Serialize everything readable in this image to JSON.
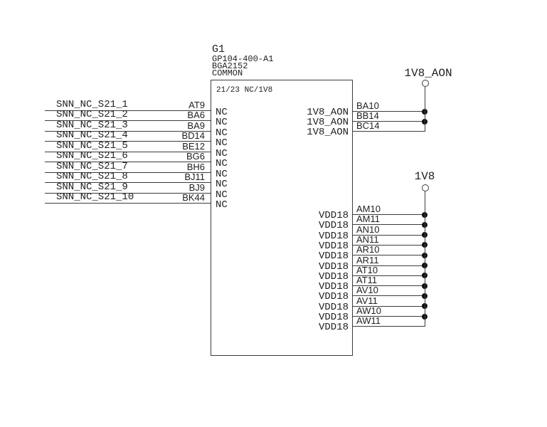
{
  "schematic": {
    "component": {
      "refdes": "G1",
      "part_number": "GP104-400-A1",
      "package": "BGA2152",
      "variant": "COMMON",
      "section_label": "21/23 NC/1V8"
    },
    "nc_pins": [
      {
        "net": "SNN_NC_S21_1",
        "pin": "AT9",
        "pin_name": "NC"
      },
      {
        "net": "SNN_NC_S21_2",
        "pin": "BA6",
        "pin_name": "NC"
      },
      {
        "net": "SNN_NC_S21_3",
        "pin": "BA9",
        "pin_name": "NC"
      },
      {
        "net": "SNN_NC_S21_4",
        "pin": "BD14",
        "pin_name": "NC"
      },
      {
        "net": "SNN_NC_S21_5",
        "pin": "BE12",
        "pin_name": "NC"
      },
      {
        "net": "SNN_NC_S21_6",
        "pin": "BG6",
        "pin_name": "NC"
      },
      {
        "net": "SNN_NC_S21_7",
        "pin": "BH6",
        "pin_name": "NC"
      },
      {
        "net": "SNN_NC_S21_8",
        "pin": "BJ11",
        "pin_name": "NC"
      },
      {
        "net": "SNN_NC_S21_9",
        "pin": "BJ9",
        "pin_name": "NC"
      },
      {
        "net": "SNN_NC_S21_10",
        "pin": "BK44",
        "pin_name": "NC"
      }
    ],
    "power_rails": [
      {
        "net": "1V8_AON",
        "pins": [
          {
            "pin": "BA10",
            "pin_name": "1V8_AON"
          },
          {
            "pin": "BB14",
            "pin_name": "1V8_AON"
          },
          {
            "pin": "BC14",
            "pin_name": "1V8_AON"
          }
        ]
      },
      {
        "net": "1V8",
        "pins": [
          {
            "pin": "AM10",
            "pin_name": "VDD18"
          },
          {
            "pin": "AM11",
            "pin_name": "VDD18"
          },
          {
            "pin": "AN10",
            "pin_name": "VDD18"
          },
          {
            "pin": "AN11",
            "pin_name": "VDD18"
          },
          {
            "pin": "AR10",
            "pin_name": "VDD18"
          },
          {
            "pin": "AR11",
            "pin_name": "VDD18"
          },
          {
            "pin": "AT10",
            "pin_name": "VDD18"
          },
          {
            "pin": "AT11",
            "pin_name": "VDD18"
          },
          {
            "pin": "AV10",
            "pin_name": "VDD18"
          },
          {
            "pin": "AV11",
            "pin_name": "VDD18"
          },
          {
            "pin": "AW10",
            "pin_name": "VDD18"
          },
          {
            "pin": "AW11",
            "pin_name": "VDD18"
          }
        ]
      }
    ],
    "colors": {
      "background": "#ffffff",
      "wire": "#3c3c3c",
      "text": "#1f1f1f",
      "junction": "#111111"
    }
  }
}
